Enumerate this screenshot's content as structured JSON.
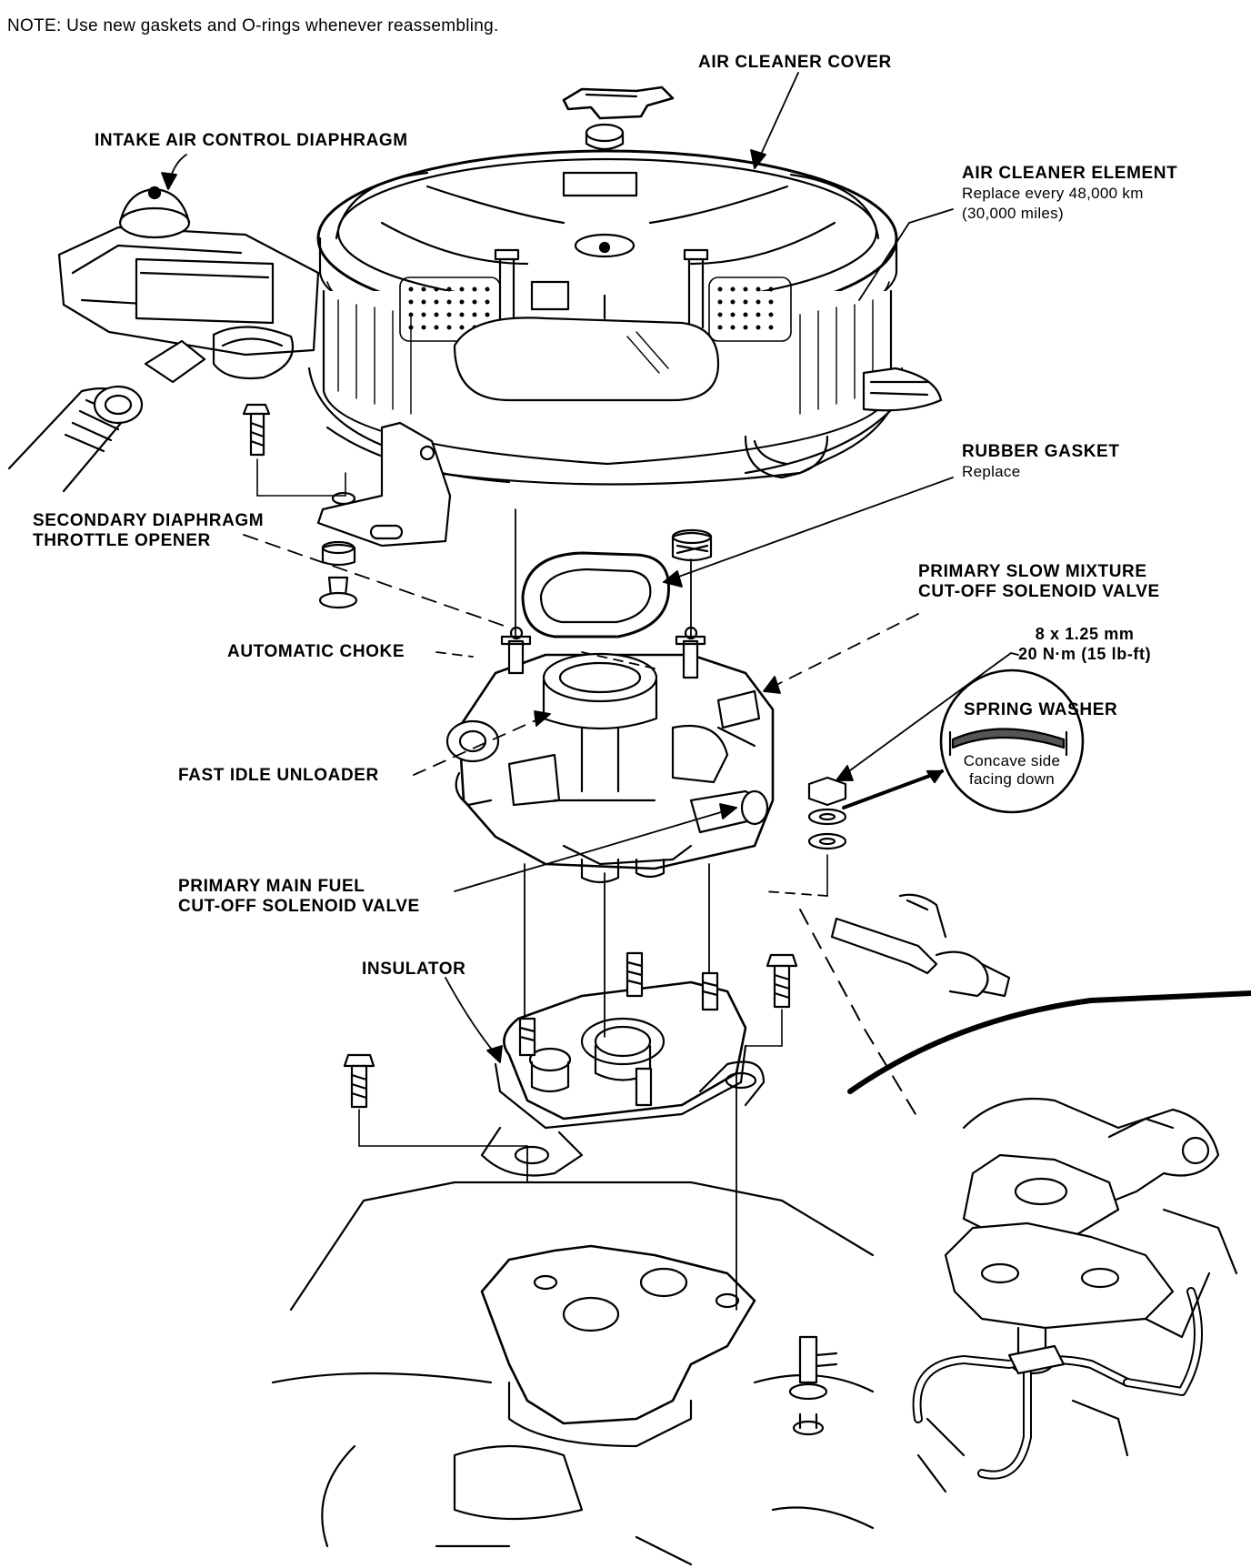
{
  "note": "NOTE: Use new gaskets and O-rings whenever reassembling.",
  "labels": {
    "air_cleaner_cover": "AIR CLEANER COVER",
    "intake_air_control_diaphragm": "INTAKE AIR CONTROL DIAPHRAGM",
    "air_cleaner_element": {
      "title": "AIR CLEANER ELEMENT",
      "line1": "Replace every 48,000 km",
      "line2": "(30,000 miles)"
    },
    "rubber_gasket": {
      "title": "RUBBER GASKET",
      "sub": "Replace"
    },
    "secondary_diaphragm": {
      "line1": "SECONDARY DIAPHRAGM",
      "line2": "THROTTLE OPENER"
    },
    "primary_slow_mixture": {
      "line1": "PRIMARY SLOW MIXTURE",
      "line2": "CUT-OFF SOLENOID VALVE"
    },
    "torque": {
      "line1": "8 x 1.25 mm",
      "line2": "20 N·m (15 lb-ft)"
    },
    "spring_washer": {
      "title": "SPRING WASHER",
      "line1": "Concave side",
      "line2": "facing down"
    },
    "automatic_choke": "AUTOMATIC CHOKE",
    "fast_idle_unloader": "FAST IDLE UNLOADER",
    "primary_main_fuel": {
      "line1": "PRIMARY MAIN FUEL",
      "line2": "CUT-OFF SOLENOID VALVE"
    },
    "insulator": "INSULATOR"
  }
}
